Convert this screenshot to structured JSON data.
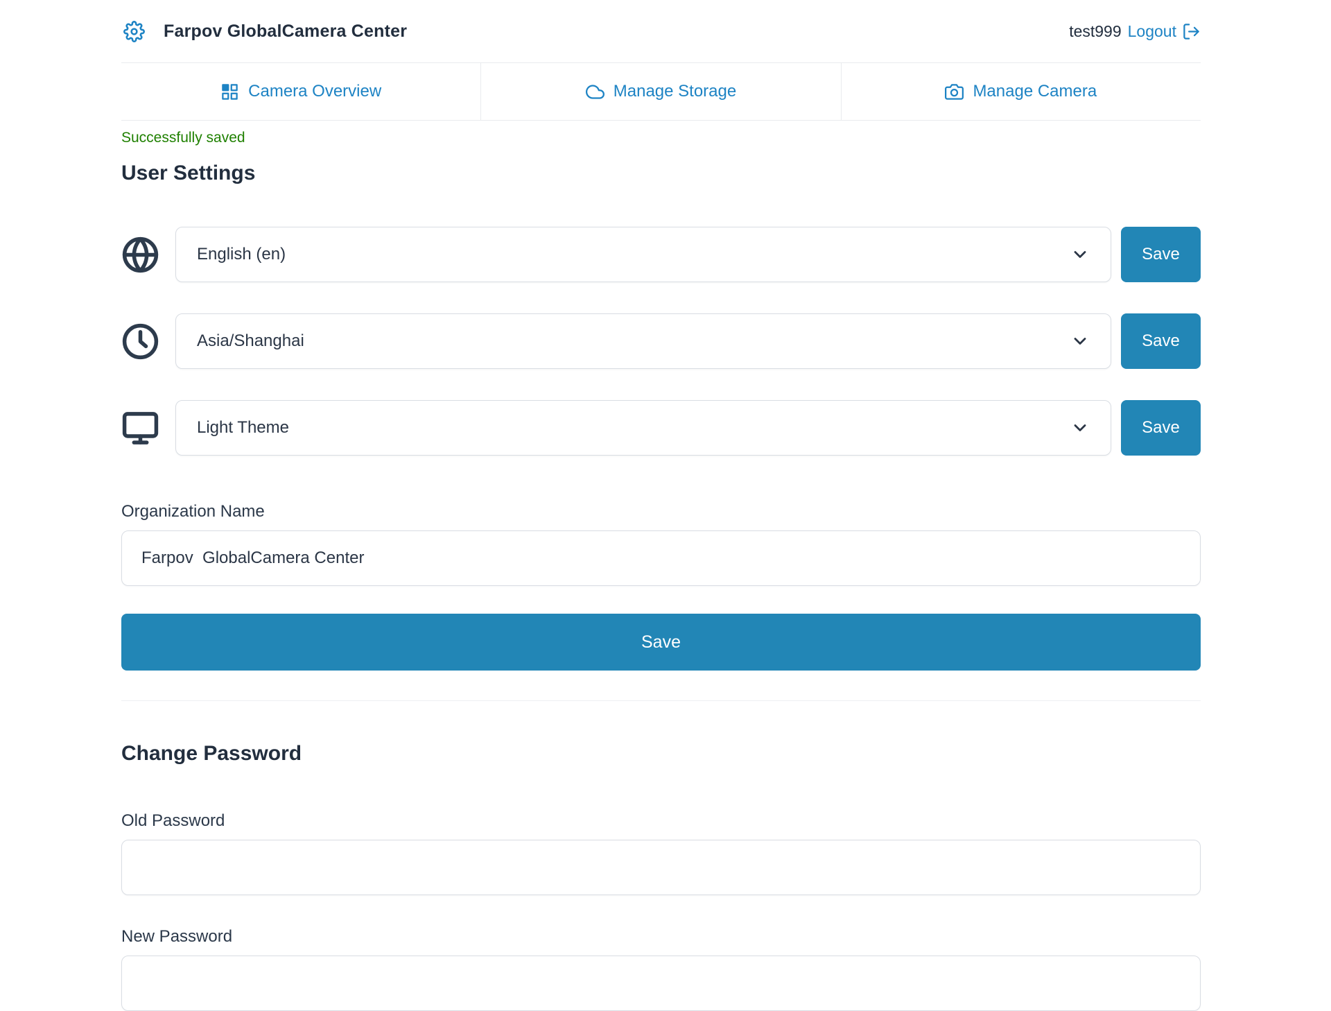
{
  "header": {
    "title": "Farpov GlobalCamera Center",
    "username": "test999",
    "logout_label": "Logout"
  },
  "tabs": [
    {
      "label": "Camera Overview",
      "icon": "grid-icon"
    },
    {
      "label": "Manage Storage",
      "icon": "cloud-icon"
    },
    {
      "label": "Manage Camera",
      "icon": "camera-icon"
    }
  ],
  "status": {
    "message": "Successfully saved"
  },
  "user_settings": {
    "heading": "User Settings",
    "selects": [
      {
        "icon": "globe-icon",
        "value": "English (en)",
        "save_label": "Save"
      },
      {
        "icon": "clock-icon",
        "value": "Asia/Shanghai",
        "save_label": "Save"
      },
      {
        "icon": "monitor-icon",
        "value": "Light Theme",
        "save_label": "Save"
      }
    ],
    "organization": {
      "label": "Organization Name",
      "value": "Farpov  GlobalCamera Center"
    },
    "save_button_label": "Save"
  },
  "change_password": {
    "heading": "Change Password",
    "old_password": {
      "label": "Old Password",
      "value": ""
    },
    "new_password": {
      "label": "New Password",
      "value": ""
    }
  },
  "colors": {
    "accent_blue": "#1d83c4",
    "button_blue": "#2286b6",
    "success_green": "#1f8000",
    "text_dark": "#222e3e"
  }
}
